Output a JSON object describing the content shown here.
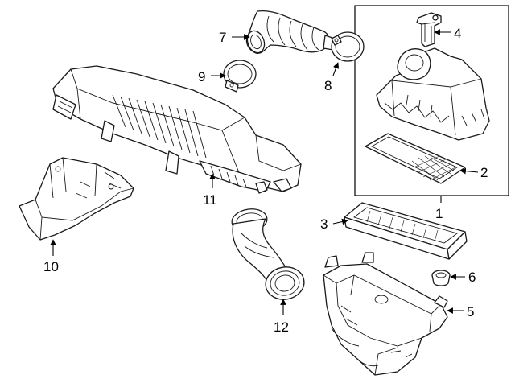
{
  "diagram": {
    "callouts": [
      {
        "id": "1",
        "label": "1"
      },
      {
        "id": "2",
        "label": "2"
      },
      {
        "id": "3",
        "label": "3"
      },
      {
        "id": "4",
        "label": "4"
      },
      {
        "id": "5",
        "label": "5"
      },
      {
        "id": "6",
        "label": "6"
      },
      {
        "id": "7",
        "label": "7"
      },
      {
        "id": "8",
        "label": "8"
      },
      {
        "id": "9",
        "label": "9"
      },
      {
        "id": "10",
        "label": "10"
      },
      {
        "id": "11",
        "label": "11"
      },
      {
        "id": "12",
        "label": "12"
      }
    ],
    "colors": {
      "line": "#1a1a1a",
      "background": "#ffffff"
    }
  }
}
